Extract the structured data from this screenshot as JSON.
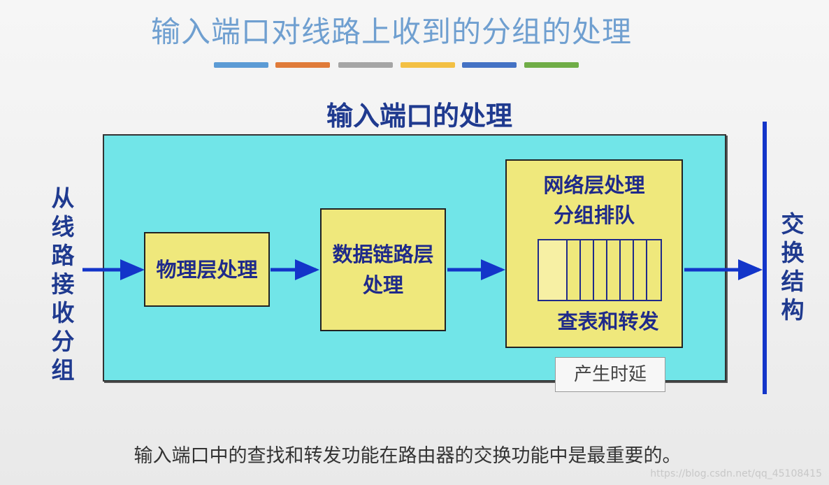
{
  "title": "输入端口对线路上收到的分组的处理",
  "color_bars": [
    "#5b9bd5",
    "#e07b39",
    "#a5a5a5",
    "#f3c044",
    "#4472c4",
    "#70ad47"
  ],
  "diagram": {
    "heading": "输入端口的处理",
    "left_label": [
      "从",
      "线",
      "路",
      "接",
      "收",
      "分",
      "组"
    ],
    "right_label": [
      "交",
      "换",
      "结",
      "构"
    ],
    "stages": {
      "physical": "物理层处理",
      "datalink_line1": "数据链路层",
      "datalink_line2": "处理",
      "network_line1": "网络层处理",
      "network_line2": "分组排队",
      "lookup": "查表和转发"
    },
    "delay_label": "产生时延",
    "arrow_color": "#1335c9"
  },
  "note": "输入端口中的查找和转发功能在路由器的交换功能中是最重要的。",
  "watermark": "https://blog.csdn.net/qq_45108415"
}
